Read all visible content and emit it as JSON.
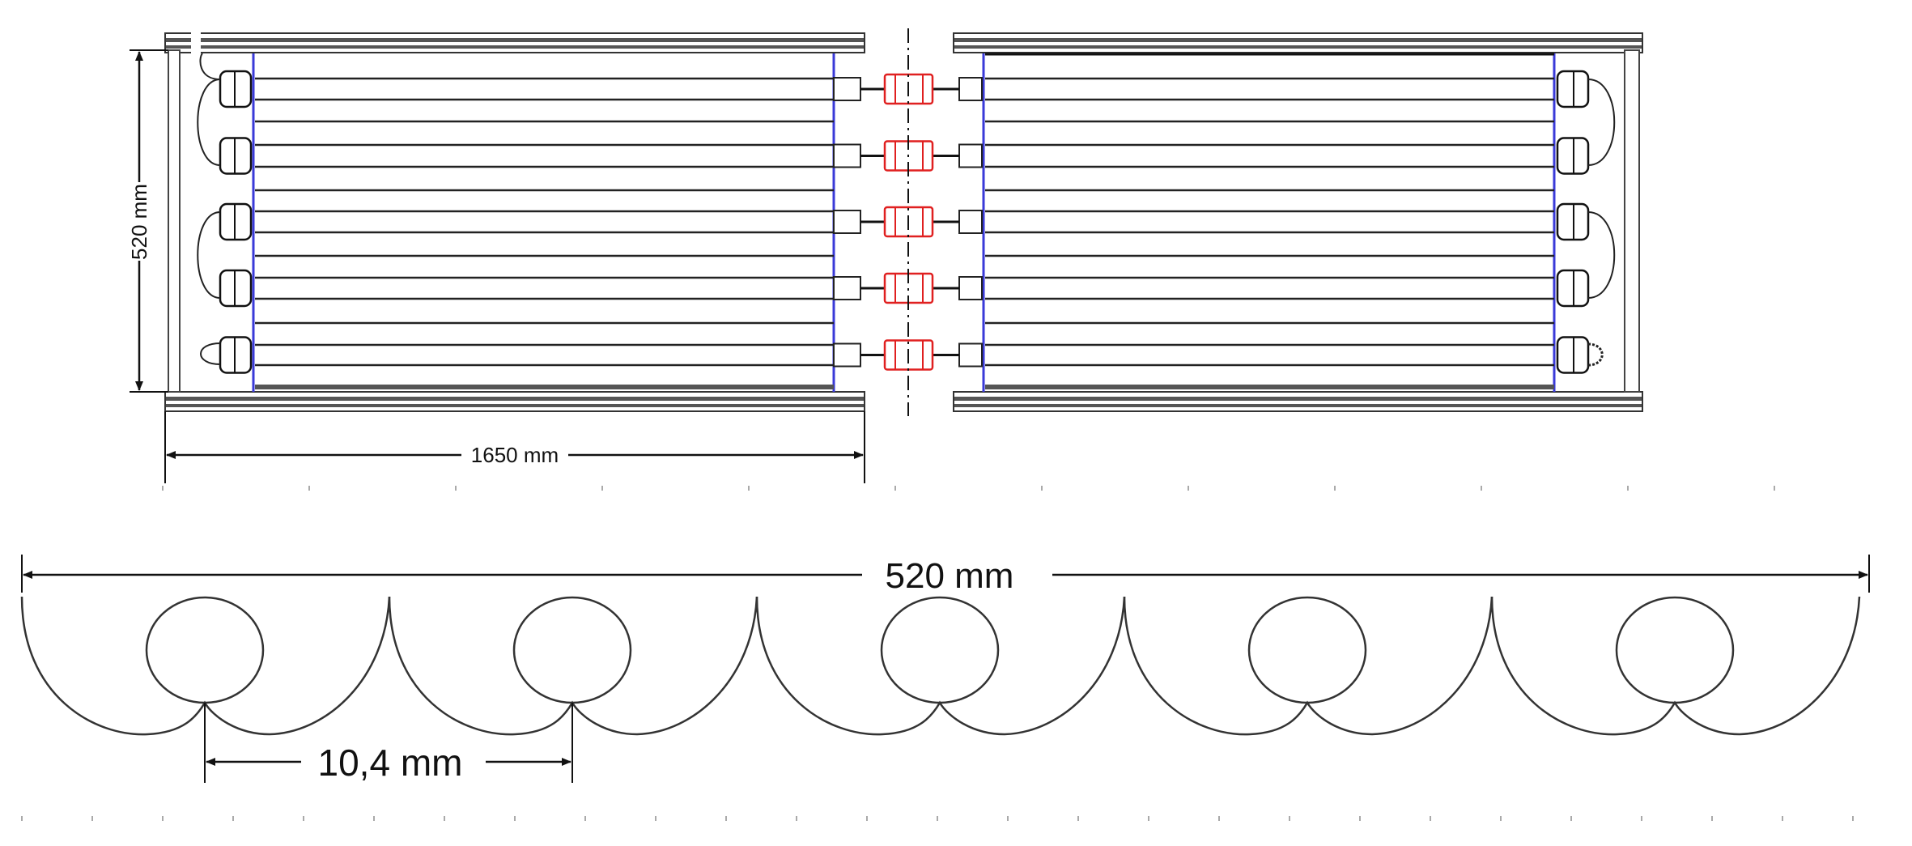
{
  "top_view": {
    "height_dimension": "520 mm",
    "length_dimension": "1650 mm",
    "tube_pairs": 5,
    "colors": {
      "frame": "#555555",
      "tube": "#222222",
      "header_plate": "#3a3ad8",
      "coupling": "#e02020"
    }
  },
  "cross_section": {
    "width_dimension": "520 mm",
    "pitch_dimension": "10,4 mm",
    "channel_count": 5
  }
}
